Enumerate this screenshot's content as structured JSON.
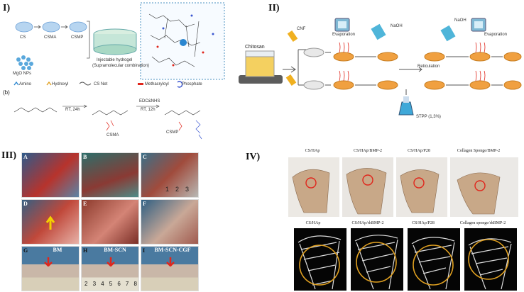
{
  "panels": {
    "p1": {
      "label": "I)",
      "compounds": [
        "CS",
        "CSMA",
        "CSMP"
      ],
      "mgo": "MgO NPs",
      "hydrogel": "Injectable hydrogel",
      "hydrogel_sub": "(Supramolecular combination)",
      "legend": [
        "Amino",
        "Hydroxyl",
        "CS Net",
        "Methacryloyl",
        "Phosphate"
      ],
      "scheme_tag": "(b)",
      "cond1": "RT, 24h",
      "cond2": "EDC&NHS",
      "cond3": "RT, 12h",
      "csma": "CSMA",
      "csmp": "CSMP"
    },
    "p2": {
      "label": "II)",
      "chitosan": "Chitosan",
      "cnf": "CNF",
      "evap1": "Evaporation",
      "naoh1": "NaOH",
      "naoh2": "NaOH",
      "evap2": "Evaporation",
      "reticulation": "Reticulation",
      "stpp": "STPP (1,3%)"
    },
    "p3": {
      "label": "III)",
      "tiles": [
        "A",
        "B",
        "C",
        "D",
        "E",
        "F",
        "G",
        "H",
        "I"
      ],
      "captions": [
        "BM",
        "BM-SCN",
        "BM-SCN-CGF"
      ],
      "ruler_nums": [
        "1",
        "2",
        "3"
      ],
      "ruler_nums_h": [
        "2",
        "3",
        "4",
        "5",
        "6",
        "7",
        "8"
      ]
    },
    "p4": {
      "label": "IV)",
      "top_captions": [
        "CS/HAp",
        "CS/HAp/BMP-2",
        "CS/HAp/P28",
        "Collagen Sponge/BMP-2"
      ],
      "bottom_captions": [
        "CS/HAp",
        "CS/HAp/rhBMP-2",
        "CS/HAp/P28",
        "Collagen sponge/rhBMP-2"
      ]
    }
  },
  "colors": {
    "accent_red": "#e0261c",
    "accent_orange": "#e0a020",
    "gel_blue": "#6ab8d8",
    "dish_orange": "#f0a040"
  }
}
